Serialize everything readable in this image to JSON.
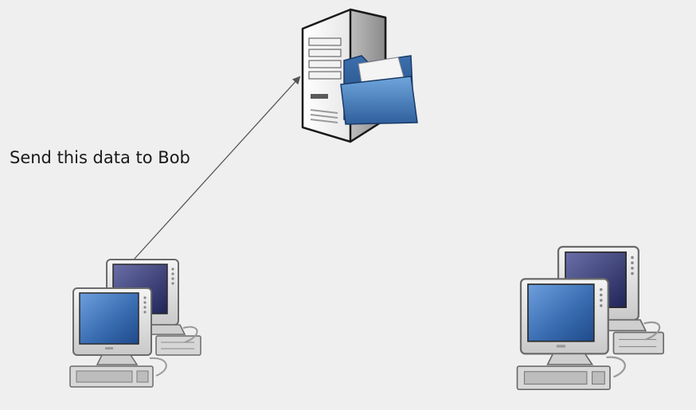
{
  "diagram": {
    "message_label": "Send this data to Bob",
    "nodes": [
      {
        "role": "server",
        "icon": "file-server-icon"
      },
      {
        "role": "sender",
        "icon": "workstations-icon"
      },
      {
        "role": "receiver",
        "icon": "workstations-icon"
      }
    ],
    "edges": [
      {
        "from": "sender",
        "to": "server",
        "style": "arrow"
      }
    ]
  },
  "colors": {
    "background": "#efefef",
    "edge": "#555555",
    "screen_blue": "#3c6fb4",
    "folder_blue": "#3f7fc4"
  }
}
